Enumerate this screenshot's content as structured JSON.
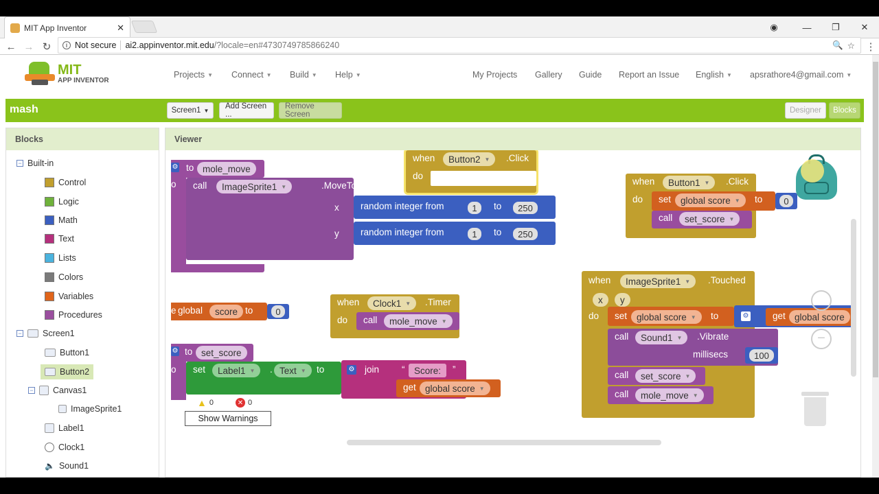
{
  "browser": {
    "tab_title": "MIT App Inventor",
    "security_label": "Not secure",
    "url_host": "ai2.appinventor.mit.edu",
    "url_path": "/?locale=en#4730749785866240"
  },
  "header": {
    "logo_main": "MIT",
    "logo_sub": "APP INVENTOR",
    "menus": [
      "Projects",
      "Connect",
      "Build",
      "Help"
    ],
    "right_links": [
      "My Projects",
      "Gallery",
      "Guide",
      "Report an Issue",
      "English",
      "apsrathore4@gmail.com"
    ]
  },
  "project_bar": {
    "name": "mash",
    "screen_select": "Screen1",
    "add_screen": "Add Screen ...",
    "remove_screen": "Remove Screen",
    "designer": "Designer",
    "blocks": "Blocks"
  },
  "blocks_panel": {
    "title": "Blocks",
    "builtin": "Built-in",
    "builtin_items": [
      {
        "label": "Control",
        "color": "#c19f2e"
      },
      {
        "label": "Logic",
        "color": "#6fb23b"
      },
      {
        "label": "Math",
        "color": "#3b5fc0"
      },
      {
        "label": "Text",
        "color": "#b5307d"
      },
      {
        "label": "Lists",
        "color": "#4bb3de"
      },
      {
        "label": "Colors",
        "color": "#7a7a7a"
      },
      {
        "label": "Variables",
        "color": "#e0651b"
      },
      {
        "label": "Procedures",
        "color": "#9a4f9e"
      }
    ],
    "components": {
      "screen": "Screen1",
      "button1": "Button1",
      "button2": "Button2",
      "canvas": "Canvas1",
      "sprite": "ImageSprite1",
      "label": "Label1",
      "clock": "Clock1",
      "sound": "Sound1"
    }
  },
  "viewer": {
    "title": "Viewer",
    "show_warnings": "Show Warnings",
    "warning_count": "0",
    "error_count": "0",
    "blocks": {
      "when": "when",
      "do": "do",
      "to": "to",
      "call": "call",
      "set": "set",
      "get": "get",
      "x": "x",
      "y": "y",
      "click": ".Click",
      "button1": "Button1",
      "button2": "Button2",
      "mole_move": "mole_move",
      "set_score": "set_score",
      "sprite": "ImageSprite1",
      "moveto": ".MoveTo",
      "random": "random integer from",
      "one": "1",
      "two_fifty": "250",
      "global_score": "global score",
      "global_word": "global",
      "score_word": "score",
      "zero": "0",
      "clock": "Clock1",
      "timer": ".Timer",
      "label": "Label1",
      "text_prop": "Text",
      "join": "join",
      "score_str": "Score: ",
      "quote_l": "“",
      "quote_r": "”",
      "touched": ".Touched",
      "sound": "Sound1",
      "vibrate": ".Vibrate",
      "millisecs": "millisecs",
      "hundred": "100",
      "e_fragment": "e",
      "o_fragment": "o"
    }
  },
  "colors": {
    "green_bar": "#8ac31b",
    "control": "#c19f2e",
    "procedures": "#994d9e",
    "math": "#3b5fc0",
    "variables": "#d2601f",
    "text": "#b5307d",
    "components": "#2e9a3a"
  }
}
